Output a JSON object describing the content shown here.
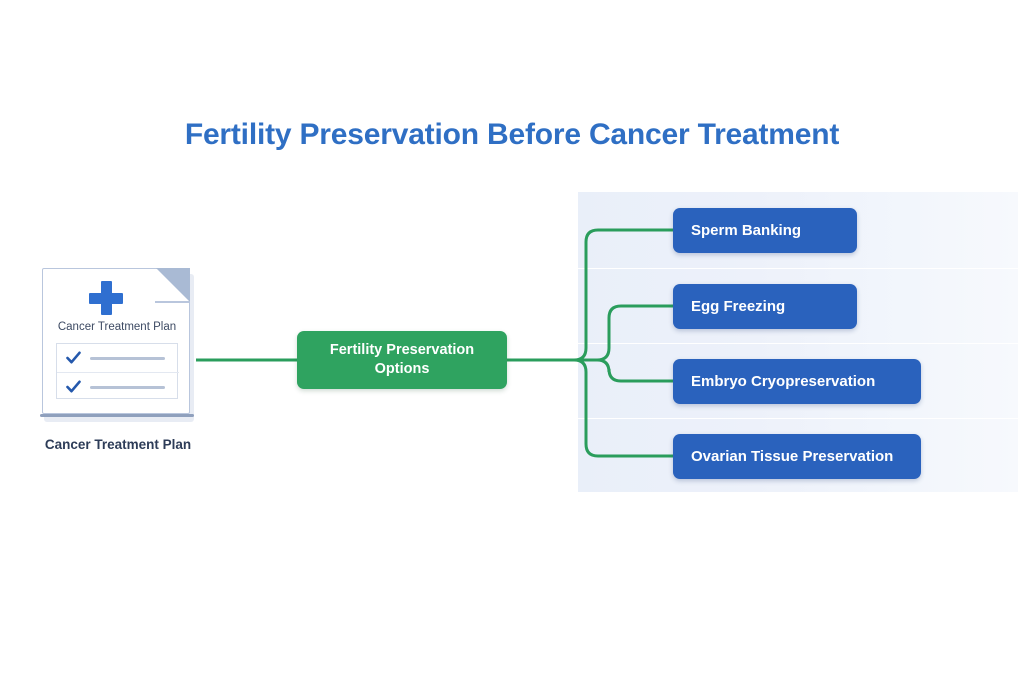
{
  "page": {
    "title": "Fertility Preservation Before Cancer Treatment",
    "background_color": "#ffffff",
    "title_color": "#2f6fc4"
  },
  "source": {
    "icon_name": "document-medical-icon",
    "document_heading": "Cancer Treatment Plan",
    "caption": "Cancer Treatment Plan",
    "cross_color": "#2f6fd0",
    "checklist_items": 2,
    "fold_color": "#a9bad4"
  },
  "hub": {
    "label_line1": "Fertility Preservation",
    "label_line2": "Options",
    "color": "#2fa360",
    "text_color": "#ffffff"
  },
  "connectors": {
    "color": "#2a9d5c",
    "width": 3
  },
  "options": [
    {
      "label": "Sperm Banking",
      "color": "#2a62bd",
      "band_color": "#eaf0f9"
    },
    {
      "label": "Egg Freezing",
      "color": "#2a62bd",
      "band_color": "#eaf0f9"
    },
    {
      "label": "Embryo Cryopreservation",
      "color": "#2a62bd",
      "band_color": "#eaf0f9"
    },
    {
      "label": "Ovarian Tissue Preservation",
      "color": "#2a62bd",
      "band_color": "#eaf0f9"
    }
  ]
}
